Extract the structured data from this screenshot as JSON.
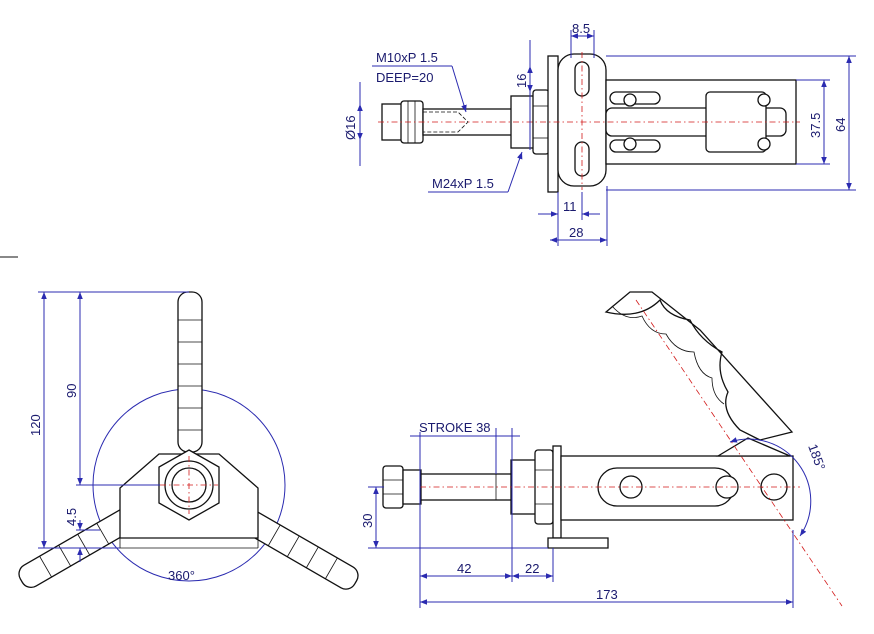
{
  "top_view": {
    "thread_note_line1": "M10xP 1.5",
    "thread_note_line2": "DEEP=20",
    "diameter_label": "Ø16",
    "dim_8_5": "8.5",
    "dim_16": "16",
    "dim_37_5": "37.5",
    "dim_64": "64",
    "thread_note_nut": "M24xP 1.5",
    "dim_11": "11",
    "dim_28": "28"
  },
  "front_view": {
    "dim_120": "120",
    "dim_90": "90",
    "dim_4_5": "4.5",
    "rotation_label": "360°"
  },
  "side_view": {
    "stroke_label": "STROKE 38",
    "dim_30": "30",
    "dim_42": "42",
    "dim_22": "22",
    "dim_173": "173",
    "angle_label": "185°"
  },
  "colors": {
    "dimension": "#2b2bb0",
    "outline": "#111111",
    "centerline": "#d21a1a"
  }
}
